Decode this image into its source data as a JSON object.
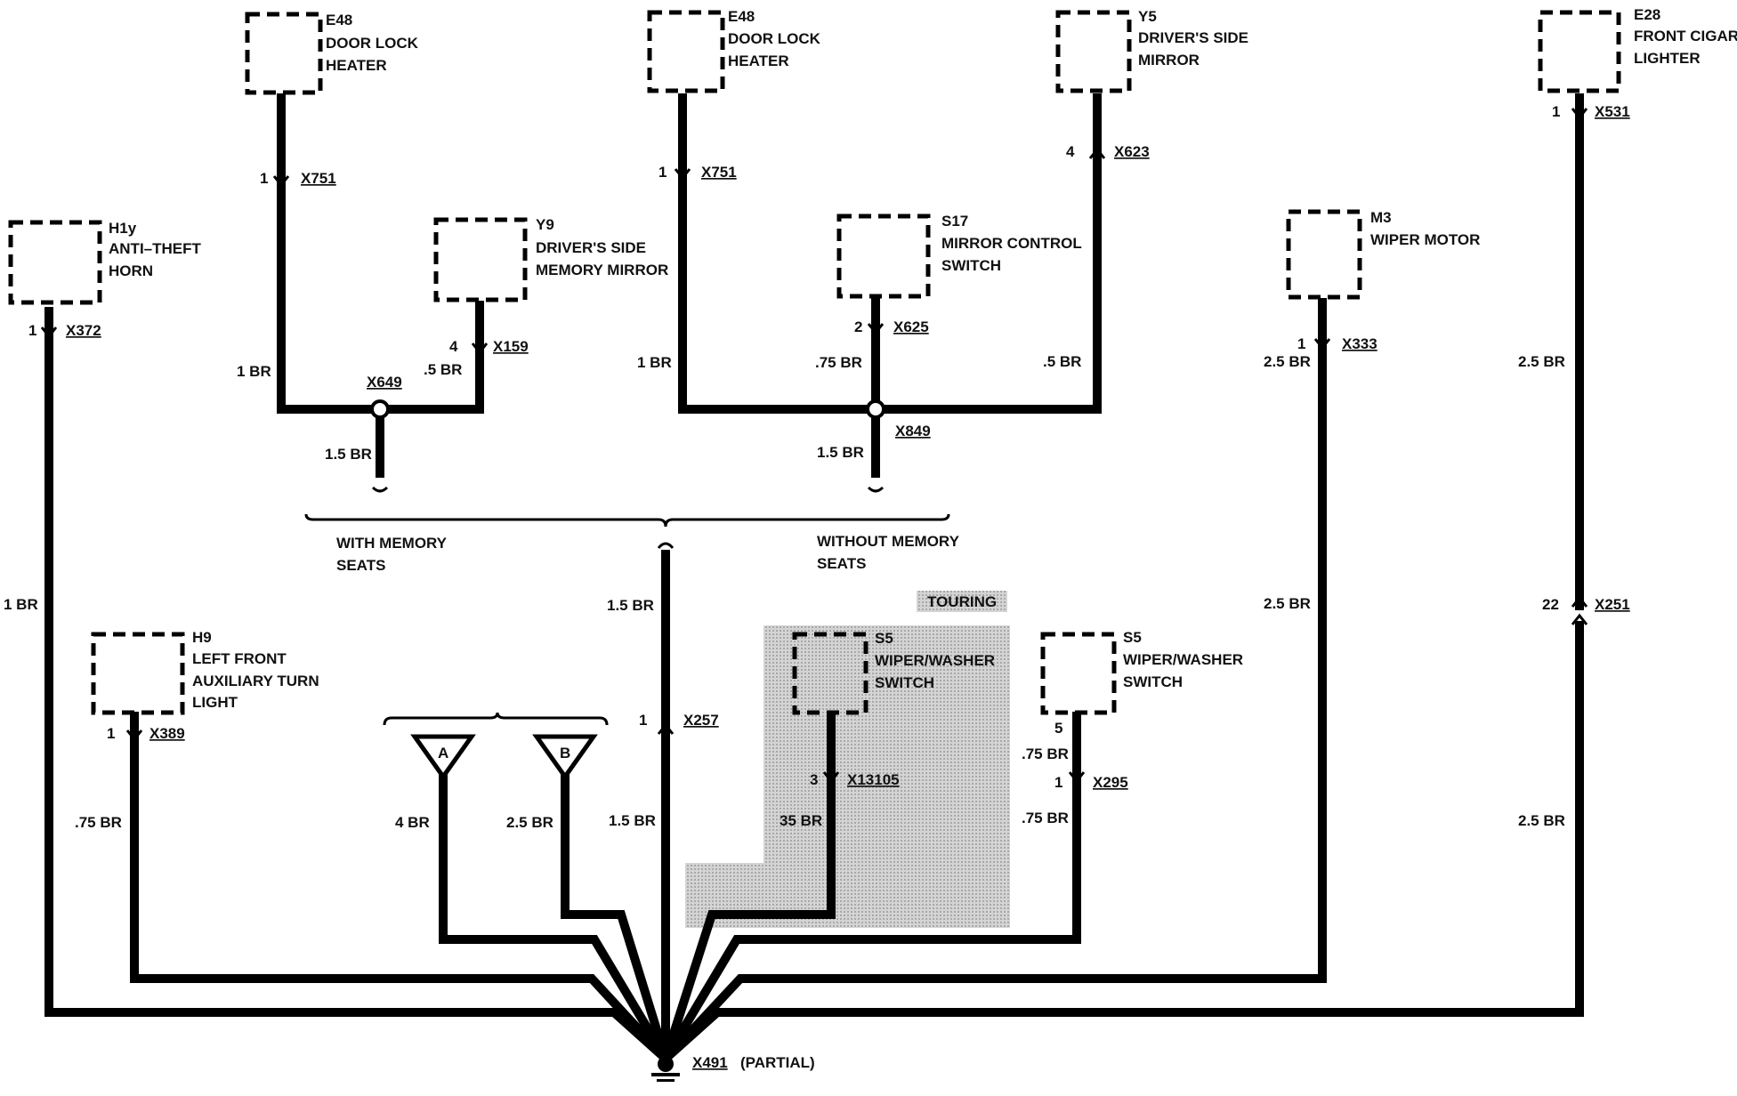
{
  "components": {
    "h1y": {
      "id": "H1y",
      "l1": "ANTI–THEFT",
      "l2": "HORN"
    },
    "e48a": {
      "id": "E48",
      "l1": "DOOR LOCK",
      "l2": "HEATER"
    },
    "y9": {
      "id": "Y9",
      "l1": "DRIVER'S SIDE",
      "l2": "MEMORY MIRROR"
    },
    "e48b": {
      "id": "E48",
      "l1": "DOOR LOCK",
      "l2": "HEATER"
    },
    "s17": {
      "id": "S17",
      "l1": "MIRROR CONTROL",
      "l2": "SWITCH"
    },
    "y5": {
      "id": "Y5",
      "l1": "DRIVER'S SIDE",
      "l2": "MIRROR"
    },
    "m3": {
      "id": "M3",
      "l1": "WIPER MOTOR"
    },
    "e28": {
      "id": "E28",
      "l1": "FRONT CIGAR",
      "l2": "LIGHTER"
    },
    "h9": {
      "id": "H9",
      "l1": "LEFT FRONT",
      "l2": "AUXILIARY TURN",
      "l3": "LIGHT"
    },
    "s5t": {
      "id": "S5",
      "l1": "WIPER/WASHER",
      "l2": "SWITCH"
    },
    "s5": {
      "id": "S5",
      "l1": "WIPER/WASHER",
      "l2": "SWITCH"
    }
  },
  "connectors": {
    "x372": "X372",
    "x751a": "X751",
    "x159": "X159",
    "x649": "X649",
    "x751b": "X751",
    "x625": "X625",
    "x849": "X849",
    "x623": "X623",
    "x333": "X333",
    "x531": "X531",
    "x251": "X251",
    "x389": "X389",
    "x257": "X257",
    "x13105": "X13105",
    "x295": "X295",
    "x491": "X491"
  },
  "pins": {
    "h1y": "1",
    "e48a": "1",
    "y9": "4",
    "e48b": "1",
    "s17": "2",
    "y5": "4",
    "m3": "1",
    "e28": "1",
    "x251": "22",
    "h9": "1",
    "x257": "1",
    "s5t": "3",
    "s5a": "5",
    "s5b": "1"
  },
  "wires": {
    "h1y": "1 BR",
    "e48a": "1 BR",
    "y9": ".5 BR",
    "x649": "1.5 BR",
    "e48b": "1 BR",
    "s17": ".75 BR",
    "y5": ".5 BR",
    "x849": "1.5 BR",
    "up": "1.5 BR",
    "down": "1.5 BR",
    "m3a": "2.5 BR",
    "m3b": "2.5 BR",
    "e28a": "2.5 BR",
    "e28b": "2.5 BR",
    "h9": ".75 BR",
    "a": "4 BR",
    "b": "2.5 BR",
    "s5t": "35 BR",
    "s5a": ".75 BR",
    "s5b": ".75 BR",
    "h1y_low": "1 BR"
  },
  "options": {
    "with_memory": "WITH MEMORY",
    "seats": "SEATS",
    "without_memory": "WITHOUT MEMORY",
    "touring": "TOURING"
  },
  "refs": {
    "a": "A",
    "b": "B"
  },
  "ground": {
    "partial": "(PARTIAL)"
  },
  "colors": {
    "wire": "#000000",
    "touring_shade": "#c8c8c8"
  }
}
